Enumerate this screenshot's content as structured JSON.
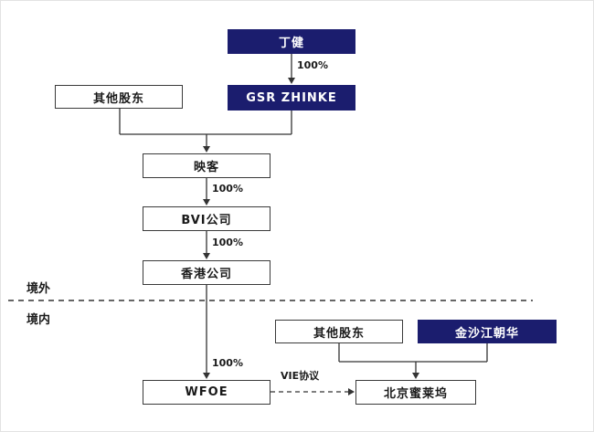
{
  "diagram": {
    "nodes": {
      "ding_jian": "丁健",
      "gsr_zhinke": "GSR ZHINKE",
      "other_shareholders_top": "其他股东",
      "inke": "映客",
      "bvi_company": "BVI公司",
      "hk_company": "香港公司",
      "wfoe": "WFOE",
      "other_shareholders_cn": "其他股东",
      "jinshajiang_chaohua": "金沙江朝华",
      "beijing_milaiwu": "北京蜜莱坞"
    },
    "edge_labels": {
      "pct_ding_to_gsr": "100%",
      "pct_inke_to_bvi": "100%",
      "pct_bvi_to_hk": "100%",
      "pct_hk_to_wfoe": "100%",
      "vie_agreement": "VIE协议"
    },
    "region_labels": {
      "offshore": "境外",
      "onshore": "境内"
    },
    "colors": {
      "navy": "#1b1d6e",
      "line": "#333333"
    }
  }
}
